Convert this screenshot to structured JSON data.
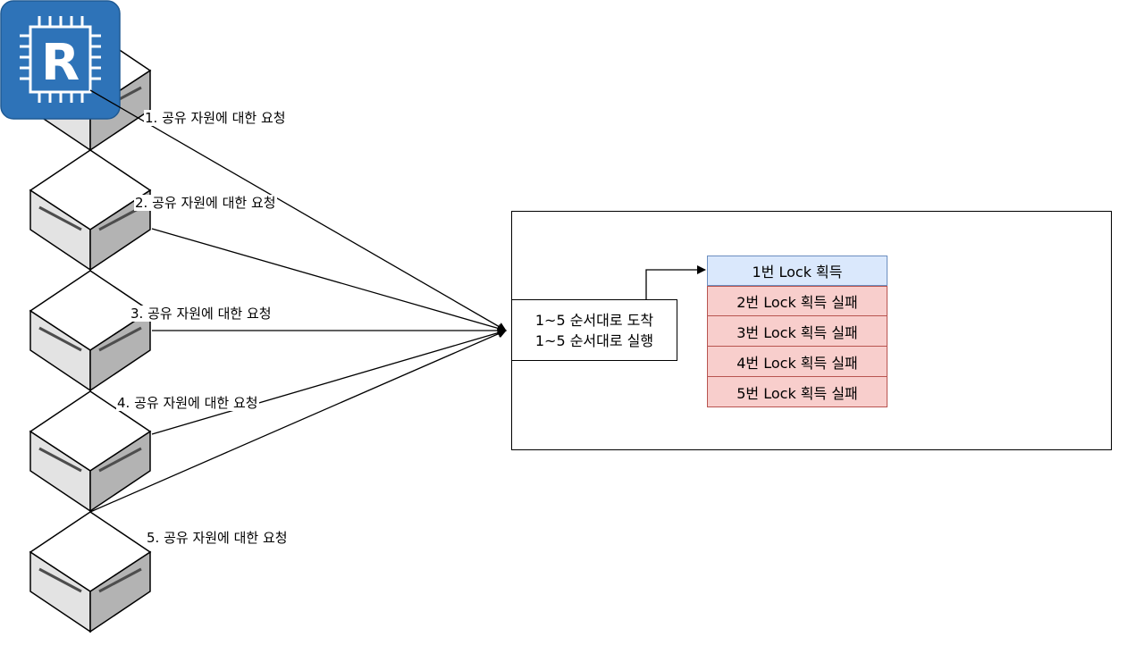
{
  "clients": [
    {
      "request_label": "1. 공유 자원에 대한 요청"
    },
    {
      "request_label": "2. 공유 자원에 대한 요청"
    },
    {
      "request_label": "3. 공유 자원에 대한 요청"
    },
    {
      "request_label": "4. 공유 자원에 대한 요청"
    },
    {
      "request_label": "5. 공유 자원에 대한 요청"
    }
  ],
  "redis": {
    "logo_letter": "R",
    "logo_color": "#2e73b8",
    "order_lines": [
      "1~5 순서대로 도착",
      "1~5 순서대로 실행"
    ],
    "locks": [
      {
        "text": "1번 Lock 획득",
        "status": "success"
      },
      {
        "text": "2번 Lock 획득 실패",
        "status": "fail"
      },
      {
        "text": "3번 Lock 획득 실패",
        "status": "fail"
      },
      {
        "text": "4번 Lock 획득 실패",
        "status": "fail"
      },
      {
        "text": "5번 Lock 획득 실패",
        "status": "fail"
      }
    ]
  },
  "colors": {
    "success_fill": "#dae8fc",
    "success_stroke": "#6c8ebf",
    "fail_fill": "#f8cecc",
    "fail_stroke": "#b85450"
  }
}
